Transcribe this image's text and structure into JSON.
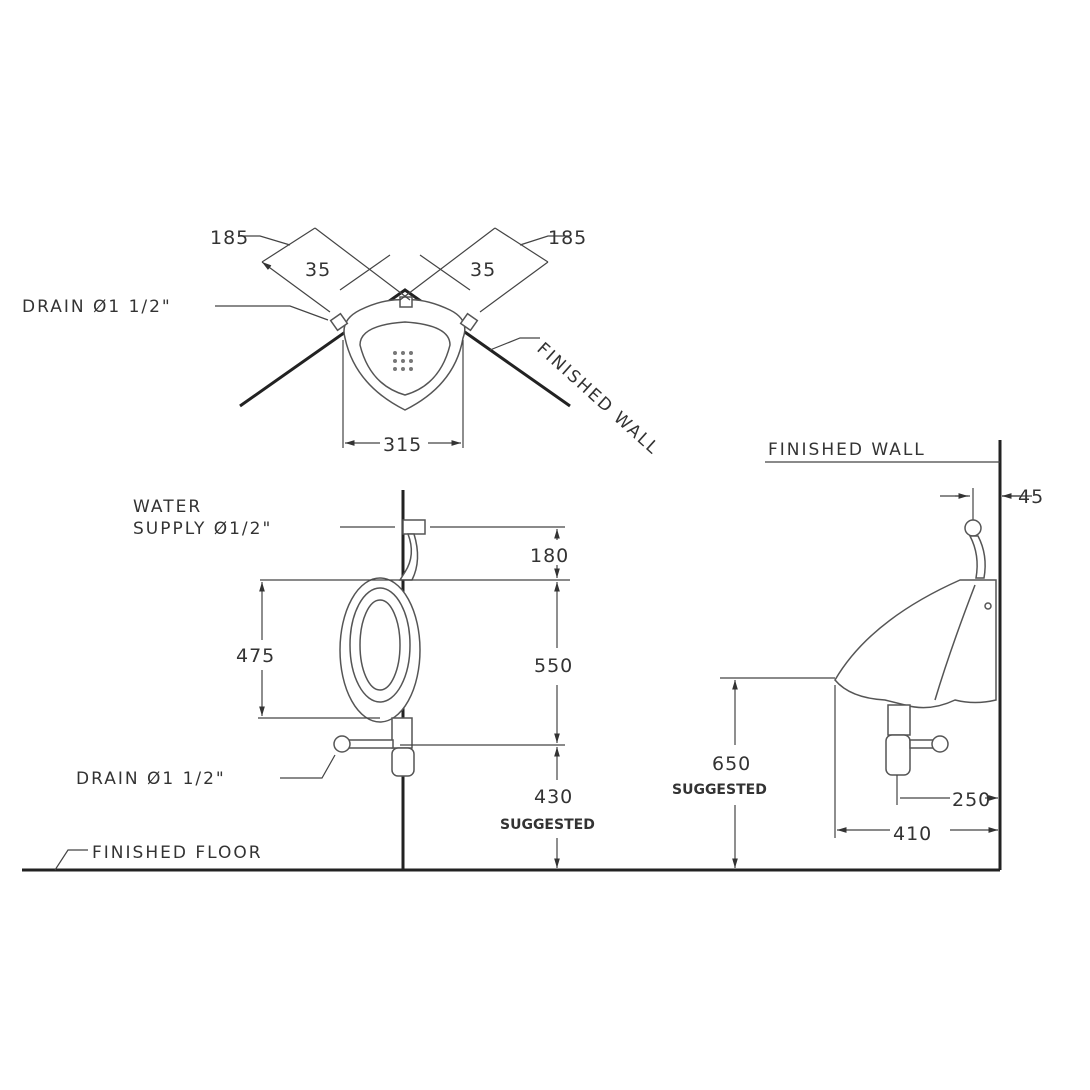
{
  "top_view": {
    "dim_left_outer": "185",
    "dim_right_outer": "185",
    "dim_left_inner": "35",
    "dim_right_inner": "35",
    "dim_width": "315",
    "drain_label": "DRAIN  Ø1 1/2\"",
    "wall_label": "FINISHED  WALL"
  },
  "front_view": {
    "water_label_1": "WATER",
    "water_label_2": "SUPPLY  Ø1/2\"",
    "dim_180": "180",
    "dim_550": "550",
    "dim_475": "475",
    "dim_430": "430",
    "suggested": "SUGGESTED",
    "drain_label": "DRAIN  Ø1 1/2\"",
    "floor_label": "FINISHED  FLOOR"
  },
  "side_view": {
    "wall_label": "FINISHED  WALL",
    "dim_45": "45",
    "dim_650": "650",
    "suggested": "SUGGESTED",
    "dim_250": "250",
    "dim_410": "410"
  }
}
